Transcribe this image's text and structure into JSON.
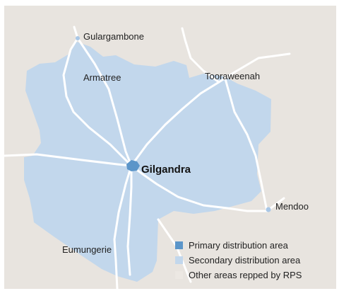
{
  "map": {
    "colors": {
      "background": "#e8e4df",
      "secondary_area": "#c2d7ec",
      "primary_area": "#5b95c9",
      "roads": "#ffffff"
    },
    "places": {
      "gulargambone": "Gulargambone",
      "armatree": "Armatree",
      "tooraweenah": "Tooraweenah",
      "gilgandra": "Gilgandra",
      "mendoo": "Mendoo",
      "eumungerie": "Eumungerie"
    }
  },
  "legend": {
    "items": [
      {
        "label": "Primary distribution area",
        "color": "#5b95c9"
      },
      {
        "label": "Secondary distribution area",
        "color": "#c2d7ec"
      },
      {
        "label": "Other areas repped by RPS",
        "color": "#ece8e3"
      }
    ]
  }
}
